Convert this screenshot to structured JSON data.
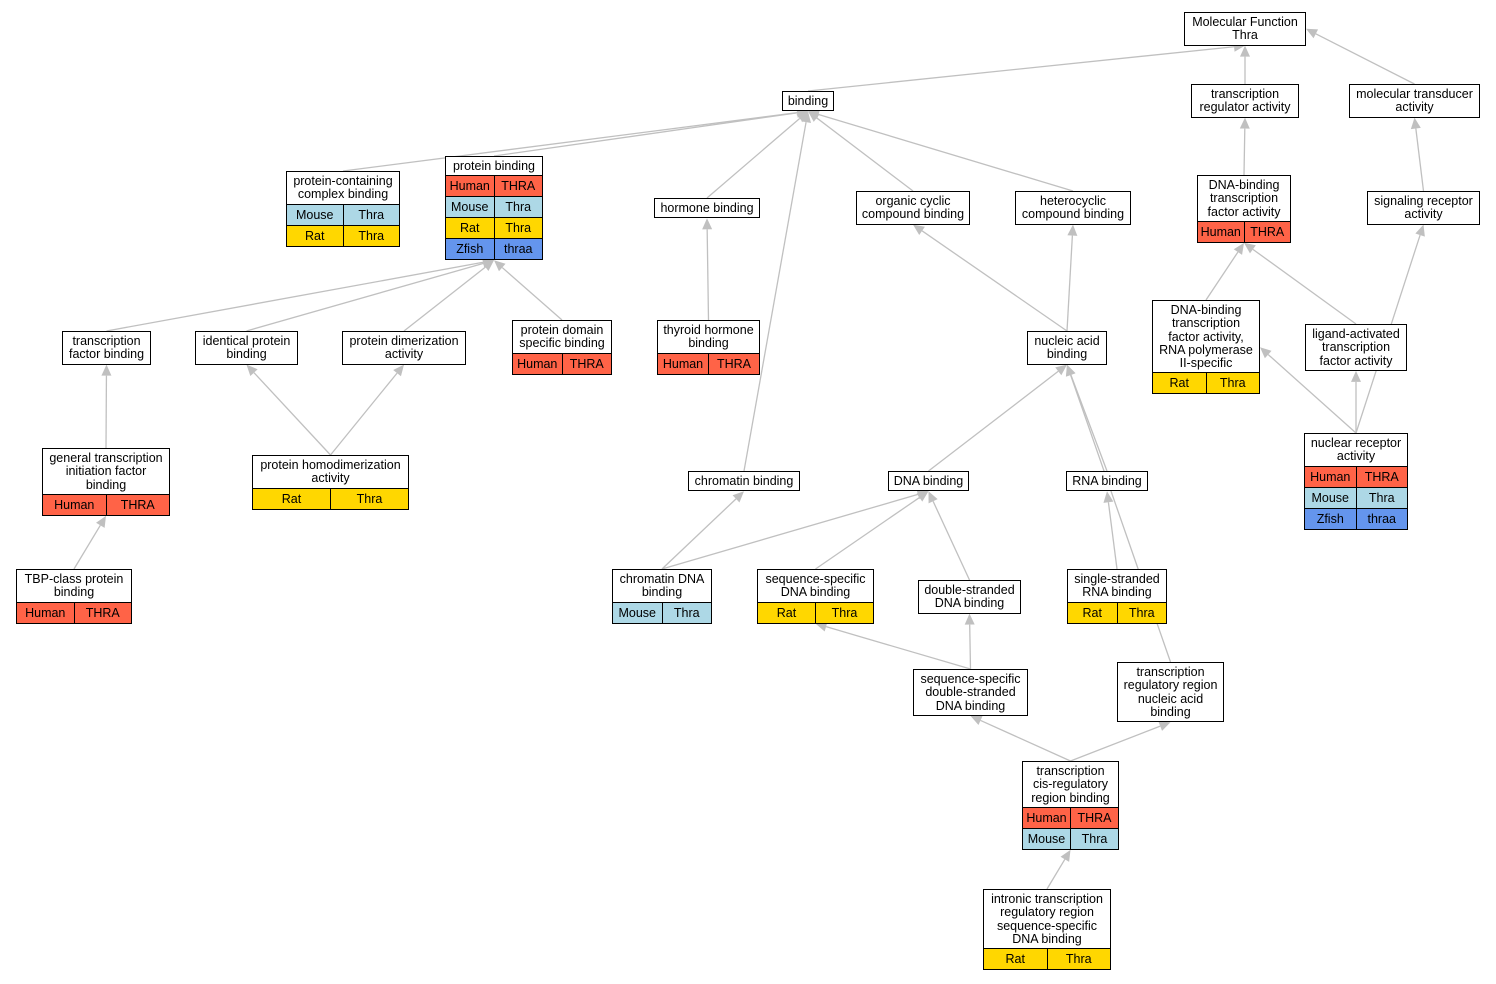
{
  "species_colors": {
    "Human": "#ff6347",
    "Mouse": "#add8e6",
    "Rat": "#ffd700",
    "Zfish": "#6495ed"
  },
  "nodes": {
    "mf": {
      "label": "Molecular Function\nThra",
      "rows": []
    },
    "binding": {
      "label": "binding",
      "rows": []
    },
    "tra": {
      "label": "transcription\nregulator activity",
      "rows": []
    },
    "mta": {
      "label": "molecular transducer\nactivity",
      "rows": []
    },
    "pcc": {
      "label": "protein-containing\ncomplex binding",
      "rows": [
        [
          "Mouse",
          "Thra"
        ],
        [
          "Rat",
          "Thra"
        ]
      ]
    },
    "pb": {
      "label": "protein binding",
      "rows": [
        [
          "Human",
          "THRA"
        ],
        [
          "Mouse",
          "Thra"
        ],
        [
          "Rat",
          "Thra"
        ],
        [
          "Zfish",
          "thraa"
        ]
      ]
    },
    "hb": {
      "label": "hormone binding",
      "rows": []
    },
    "occ": {
      "label": "organic cyclic\ncompound binding",
      "rows": []
    },
    "hcb": {
      "label": "heterocyclic\ncompound binding",
      "rows": []
    },
    "dbtf": {
      "label": "DNA-binding\ntranscription\nfactor activity",
      "rows": [
        [
          "Human",
          "THRA"
        ]
      ]
    },
    "sra": {
      "label": "signaling receptor\nactivity",
      "rows": []
    },
    "tfb": {
      "label": "transcription\nfactor binding",
      "rows": []
    },
    "ipb": {
      "label": "identical protein\nbinding",
      "rows": []
    },
    "pda": {
      "label": "protein dimerization\nactivity",
      "rows": []
    },
    "pdsb": {
      "label": "protein domain\nspecific binding",
      "rows": [
        [
          "Human",
          "THRA"
        ]
      ]
    },
    "thb": {
      "label": "thyroid hormone\nbinding",
      "rows": [
        [
          "Human",
          "THRA"
        ]
      ]
    },
    "nab": {
      "label": "nucleic acid\nbinding",
      "rows": []
    },
    "dbrp": {
      "label": "DNA-binding\ntranscription\nfactor activity,\nRNA polymerase\nII-specific",
      "rows": [
        [
          "Rat",
          "Thra"
        ]
      ]
    },
    "latf": {
      "label": "ligand-activated\ntranscription\nfactor activity",
      "rows": []
    },
    "gtif": {
      "label": "general transcription\ninitiation factor\nbinding",
      "rows": [
        [
          "Human",
          "THRA"
        ]
      ]
    },
    "phda": {
      "label": "protein homodimerization\nactivity",
      "rows": [
        [
          "Rat",
          "Thra"
        ]
      ]
    },
    "cb": {
      "label": "chromatin binding",
      "rows": []
    },
    "db": {
      "label": "DNA binding",
      "rows": []
    },
    "rb": {
      "label": "RNA binding",
      "rows": []
    },
    "nra": {
      "label": "nuclear receptor\nactivity",
      "rows": [
        [
          "Human",
          "THRA"
        ],
        [
          "Mouse",
          "Thra"
        ],
        [
          "Zfish",
          "thraa"
        ]
      ]
    },
    "tbp": {
      "label": "TBP-class protein\nbinding",
      "rows": [
        [
          "Human",
          "THRA"
        ]
      ]
    },
    "cdb": {
      "label": "chromatin DNA\nbinding",
      "rows": [
        [
          "Mouse",
          "Thra"
        ]
      ]
    },
    "ssdb": {
      "label": "sequence-specific\nDNA binding",
      "rows": [
        [
          "Rat",
          "Thra"
        ]
      ]
    },
    "dsdb": {
      "label": "double-stranded\nDNA binding",
      "rows": []
    },
    "ssrb": {
      "label": "single-stranded\nRNA binding",
      "rows": [
        [
          "Rat",
          "Thra"
        ]
      ]
    },
    "ssds": {
      "label": "sequence-specific\ndouble-stranded\nDNA binding",
      "rows": []
    },
    "trrna": {
      "label": "transcription\nregulatory region\nnucleic acid\nbinding",
      "rows": []
    },
    "tcrr": {
      "label": "transcription\ncis-regulatory\nregion binding",
      "rows": [
        [
          "Human",
          "THRA"
        ],
        [
          "Mouse",
          "Thra"
        ]
      ]
    },
    "itr": {
      "label": "intronic transcription\nregulatory region\nsequence-specific\nDNA binding",
      "rows": [
        [
          "Rat",
          "Thra"
        ]
      ]
    }
  },
  "edges": [
    [
      "binding",
      "mf"
    ],
    [
      "tra",
      "mf"
    ],
    [
      "mta",
      "mf"
    ],
    [
      "pcc",
      "binding"
    ],
    [
      "pb",
      "binding"
    ],
    [
      "hb",
      "binding"
    ],
    [
      "occ",
      "binding"
    ],
    [
      "hcb",
      "binding"
    ],
    [
      "cb",
      "binding"
    ],
    [
      "dbtf",
      "tra"
    ],
    [
      "sra",
      "mta"
    ],
    [
      "tfb",
      "pb"
    ],
    [
      "ipb",
      "pb"
    ],
    [
      "pda",
      "pb"
    ],
    [
      "pdsb",
      "pb"
    ],
    [
      "thb",
      "hb"
    ],
    [
      "nab",
      "occ"
    ],
    [
      "nab",
      "hcb"
    ],
    [
      "dbrp",
      "dbtf"
    ],
    [
      "latf",
      "dbtf"
    ],
    [
      "gtif",
      "tfb"
    ],
    [
      "phda",
      "ipb"
    ],
    [
      "phda",
      "pda"
    ],
    [
      "db",
      "nab"
    ],
    [
      "rb",
      "nab"
    ],
    [
      "trrna",
      "nab"
    ],
    [
      "nra",
      "dbrp"
    ],
    [
      "nra",
      "latf"
    ],
    [
      "nra",
      "sra"
    ],
    [
      "tbp",
      "gtif"
    ],
    [
      "cdb",
      "cb"
    ],
    [
      "cdb",
      "db"
    ],
    [
      "ssdb",
      "db"
    ],
    [
      "dsdb",
      "db"
    ],
    [
      "ssrb",
      "rb"
    ],
    [
      "ssds",
      "ssdb"
    ],
    [
      "ssds",
      "dsdb"
    ],
    [
      "tcrr",
      "ssds"
    ],
    [
      "tcrr",
      "trrna"
    ],
    [
      "itr",
      "tcrr"
    ]
  ],
  "edge_color": "#c0c0c0"
}
